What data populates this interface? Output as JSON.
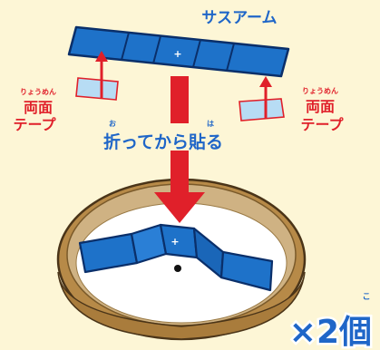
{
  "title": "サスアーム",
  "arm_center_mark": "+",
  "tape_left": {
    "ruby": "りょうめん",
    "line1": "両面",
    "line2": "テープ"
  },
  "tape_right": {
    "ruby": "りょうめん",
    "line1": "両面",
    "line2": "テープ"
  },
  "instruction": {
    "text": "折ってから貼る",
    "ruby_1": "お",
    "ruby_2": "は"
  },
  "dish_center_mark": "+",
  "multiplier": {
    "text": "×2個",
    "ruby": "こ"
  },
  "colors": {
    "background": "#fdf6d6",
    "blue_text": "#1f66c8",
    "arm_blue": "#1e72c9",
    "tape_blue": "#b7dcf4",
    "red": "#e0202a",
    "rim": "#b78a48",
    "rim_inner": "#f6efe0"
  }
}
